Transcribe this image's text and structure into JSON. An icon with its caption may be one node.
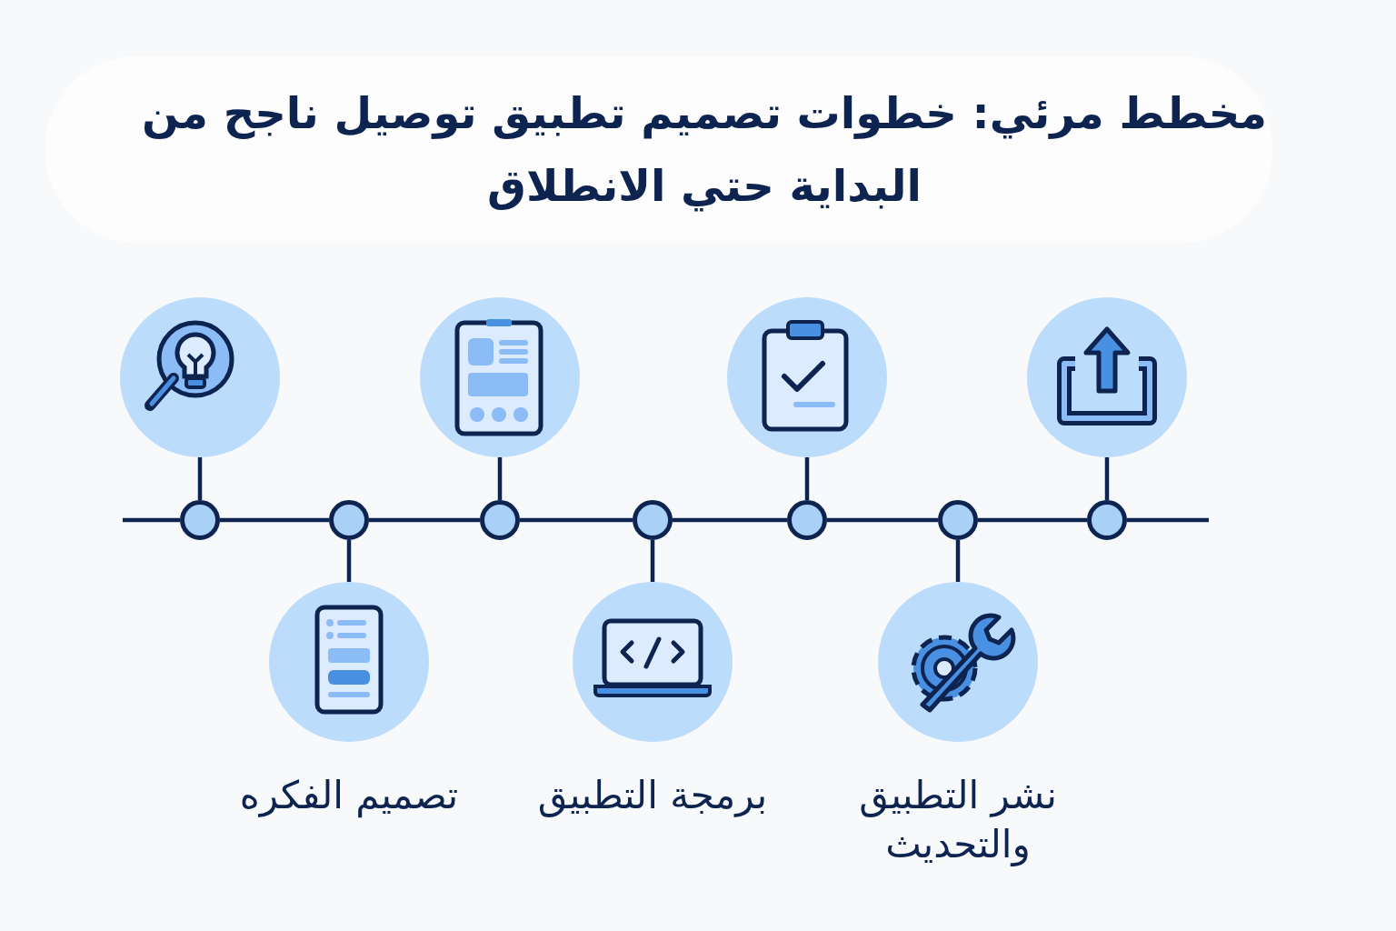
{
  "diagram": {
    "title": "مخطط مرئي: خطوات تصميم تطبيق توصيل ناجح من البداية حتي الانطلاق",
    "nodes": [
      {
        "text": [],
        "shape": "circle"
      },
      {
        "text": [],
        "shape": "circle"
      },
      {
        "text": [],
        "shape": "circle"
      },
      {
        "text": [],
        "shape": "circle"
      },
      {
        "text": [],
        "shape": "circle"
      },
      {
        "text": [],
        "shape": "circle"
      },
      {
        "text": [],
        "shape": "circle"
      },
      {
        "text": [],
        "shape": "circle"
      },
      {
        "text": [],
        "shape": "circle",
        "beside": [
          "تصميم الفكره"
        ]
      },
      {
        "text": [],
        "shape": "circle"
      },
      {
        "text": [],
        "shape": "circle",
        "beside": [
          "برمجة التطبيق"
        ]
      },
      {
        "text": [],
        "shape": "circle"
      },
      {
        "text": [],
        "shape": "circle",
        "beside": [
          "نشر التطبيق والتحديث"
        ]
      },
      {
        "text": [],
        "shape": "circle"
      }
    ],
    "edges": [
      {
        "from": null,
        "to": 0,
        "arrow": "none"
      },
      {
        "from": 0,
        "to": 1,
        "arrow": "none"
      },
      {
        "from": 1,
        "to": 2,
        "arrow": "none"
      },
      {
        "from": 2,
        "to": 3,
        "arrow": "none"
      },
      {
        "from": 3,
        "to": 4,
        "arrow": "none"
      },
      {
        "from": 4,
        "to": 5,
        "arrow": "none"
      },
      {
        "from": 5,
        "to": 6,
        "arrow": "none"
      },
      {
        "from": 6,
        "to": null,
        "arrow": "none"
      },
      {
        "from": 0,
        "to": 7,
        "arrow": "none"
      },
      {
        "from": 1,
        "to": 8,
        "arrow": "none"
      },
      {
        "from": 2,
        "to": 9,
        "arrow": "none"
      },
      {
        "from": 3,
        "to": 10,
        "arrow": "none"
      },
      {
        "from": 4,
        "to": 11,
        "arrow": "none"
      },
      {
        "from": 5,
        "to": 12,
        "arrow": "none"
      },
      {
        "from": 6,
        "to": 13,
        "arrow": "none"
      }
    ]
  }
}
